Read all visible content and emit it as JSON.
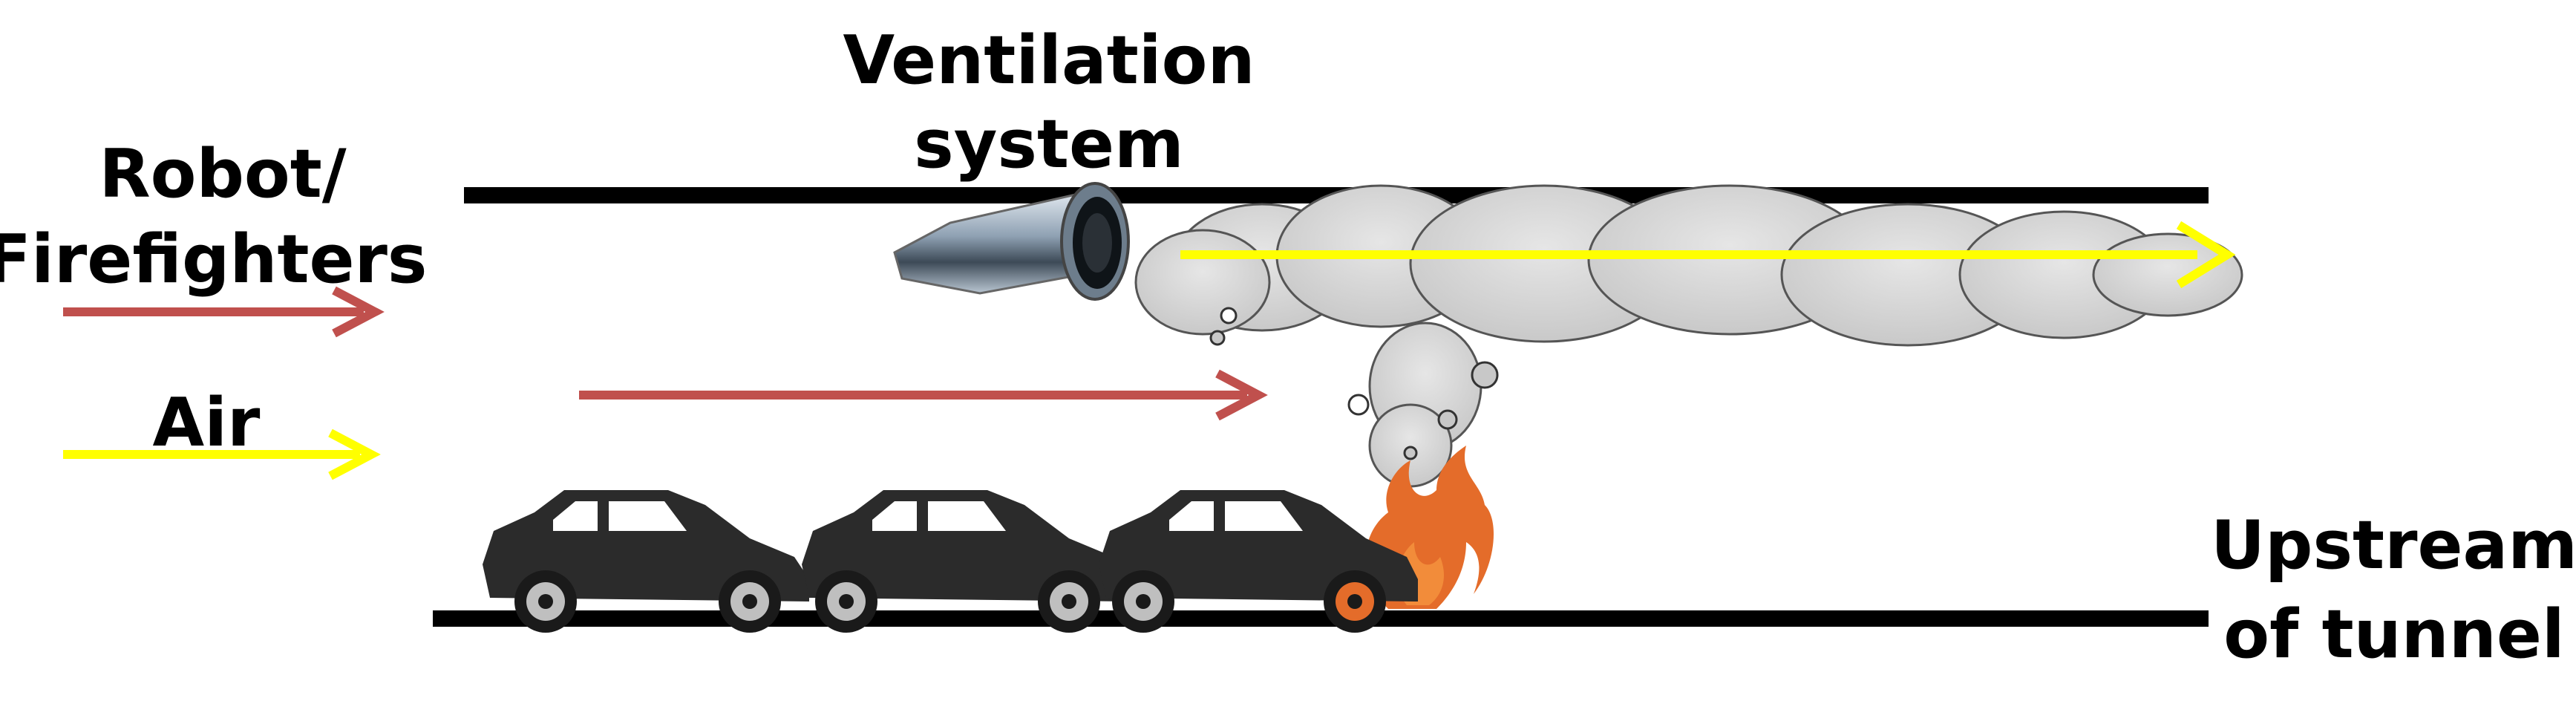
{
  "labels": {
    "ventilation_line1": "Ventilation",
    "ventilation_line2": "system",
    "robot_line1": "Robot/",
    "robot_line2": "Firefighters",
    "air": "Air",
    "upstream_line1": "Upstream",
    "upstream_line2": "of tunnel"
  },
  "colors": {
    "robot_arrow": "#c0504d",
    "air_arrow": "#ffff00",
    "tunnel_wall": "#000000",
    "smoke": "#d9d9d9",
    "car_body": "#2b2b2b",
    "flame": "#e46c2a"
  },
  "icons": {
    "fan": "jet-fan-icon",
    "car": "car-icon",
    "fire": "fire-icon",
    "smoke": "smoke-cloud-icon"
  }
}
